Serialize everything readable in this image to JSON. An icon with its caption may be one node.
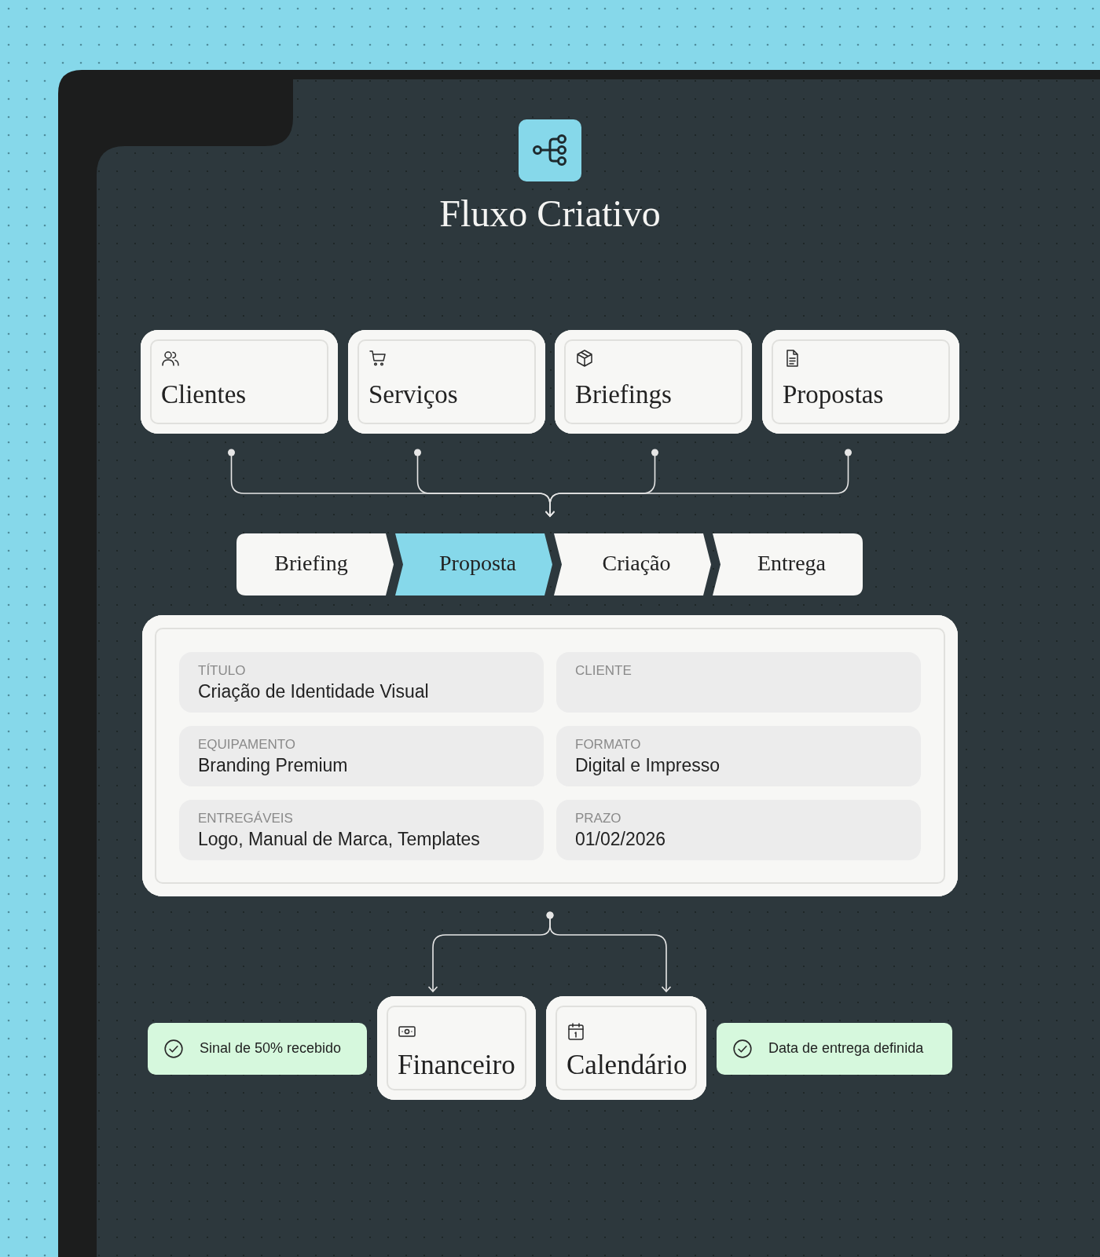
{
  "diagram": {
    "title": "Fluxo Criativo",
    "nodes": [
      {
        "text": [
          "Clientes"
        ]
      },
      {
        "text": [
          "Serviços"
        ]
      },
      {
        "text": [
          "Briefings"
        ]
      },
      {
        "text": [
          "Propostas"
        ]
      },
      {
        "text": [
          "Briefing"
        ]
      },
      {
        "text": [
          "Proposta"
        ]
      },
      {
        "text": [
          "Criação"
        ]
      },
      {
        "text": [
          "Entrega"
        ]
      },
      {
        "text": [],
        "shape": "box"
      },
      {
        "text": [
          "TÍTULO",
          "Criação de Identidade Visual"
        ],
        "in": 8
      },
      {
        "text": [
          "CLIENTE"
        ],
        "in": 8
      },
      {
        "text": [
          "EQUIPAMENTO",
          "Branding Premium"
        ],
        "in": 8
      },
      {
        "text": [
          "FORMATO",
          "Digital e Impresso"
        ],
        "in": 8
      },
      {
        "text": [
          "ENTREGÁVEIS",
          "Logo, Manual de Marca, Templates"
        ],
        "in": 8
      },
      {
        "text": [
          "PRAZO",
          "01/02/2026"
        ],
        "in": 8
      },
      {
        "text": [
          "Sinal de 50% recebido"
        ]
      },
      {
        "text": [
          "Financeiro"
        ]
      },
      {
        "text": [
          "Calendário"
        ]
      },
      {
        "text": [
          "Data de entrega definida"
        ]
      }
    ],
    "edges": [
      {
        "from": 0,
        "to": 5,
        "arrow": "to"
      },
      {
        "from": 1,
        "to": 5,
        "arrow": "to"
      },
      {
        "from": 2,
        "to": 5,
        "arrow": "to"
      },
      {
        "from": 3,
        "to": 5,
        "arrow": "to"
      },
      {
        "from": 8,
        "to": 16,
        "arrow": "to"
      },
      {
        "from": 8,
        "to": 17,
        "arrow": "to"
      }
    ]
  }
}
